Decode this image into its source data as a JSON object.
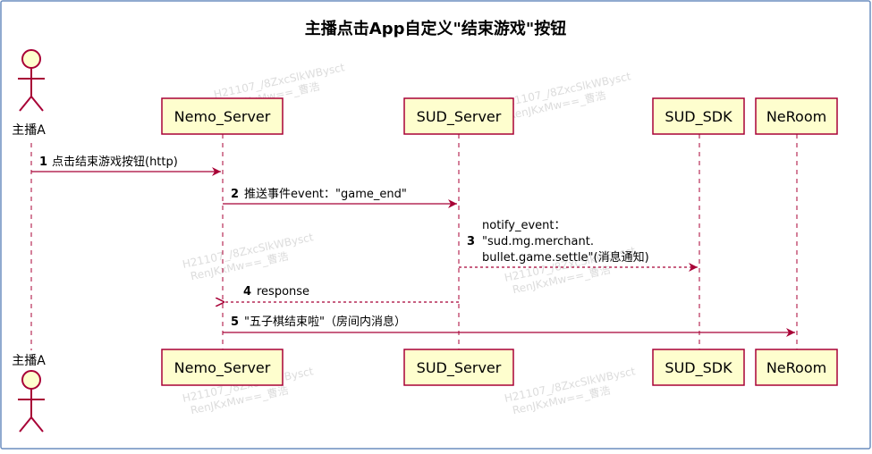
{
  "diagram": {
    "title": "主播点击App自定义\"结束游戏\"按钮",
    "actor": {
      "top_label": "主播A",
      "bottom_label": "主播A"
    },
    "participants": [
      {
        "key": "nemo",
        "label": "Nemo_Server"
      },
      {
        "key": "sud_server",
        "label": "SUD_Server"
      },
      {
        "key": "sud_sdk",
        "label": "SUD_SDK"
      },
      {
        "key": "neroom",
        "label": "NeRoom"
      }
    ],
    "messages": [
      {
        "num": "1",
        "text": "点击结束游戏按钮(http)"
      },
      {
        "num": "2",
        "text": "推送事件event：\"game_end\""
      },
      {
        "num": "3",
        "lines": [
          "notify_event：",
          "\"sud.mg.merchant.",
          "bullet.game.settle\"(消息通知)"
        ]
      },
      {
        "num": "4",
        "text": "response"
      },
      {
        "num": "5",
        "text": "\"五子棋结束啦\"（房间内消息）"
      }
    ],
    "watermark": [
      "H21107_/8ZxcSlkWBysct",
      "RenJKxMw==_曹浩"
    ],
    "colors": {
      "border": "#6c8ebf",
      "arrow": "#a80036",
      "participant_fill": "#fefece",
      "participant_stroke": "#a80036",
      "text": "#000000"
    }
  }
}
